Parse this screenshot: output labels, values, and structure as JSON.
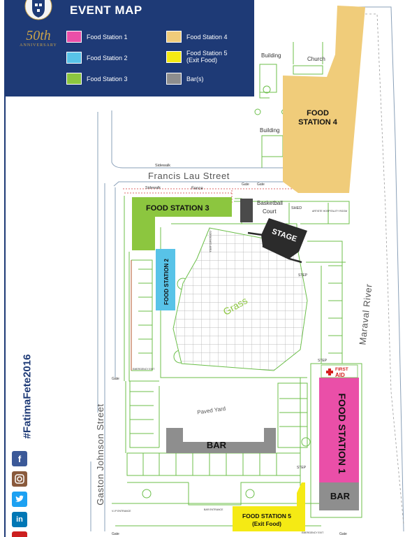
{
  "header": {
    "title": "EVENT MAP",
    "anniversary_number": "50th",
    "anniversary_word": "ANNIVERSARY"
  },
  "legend": [
    {
      "label": "Food Station 1",
      "color": "#ea4fa8"
    },
    {
      "label": "Food Station 2",
      "color": "#58c3e8"
    },
    {
      "label": "Food Station 3",
      "color": "#8cc63f"
    },
    {
      "label": "Food Station 4",
      "color": "#f0cc7a"
    },
    {
      "label": "Food Station 5 (Exit Food)",
      "color": "#f5ea14"
    },
    {
      "label": "Bar(s)",
      "color": "#8e8e8e"
    }
  ],
  "hashtag": "#FatimaFete2016",
  "social_icons": [
    "facebook-icon",
    "instagram-icon",
    "twitter-icon",
    "linkedin-icon",
    "youtube-icon"
  ],
  "streets": {
    "north": "Francis Lau Street",
    "west": "Gaston Johnson Street",
    "east": "Maraval River"
  },
  "labels": {
    "fs1": "FOOD STATION 1",
    "fs2": "FOOD STATION 2",
    "fs3": "FOOD STATION 3",
    "fs4_a": "FOOD",
    "fs4_b": "STATION 4",
    "fs5_a": "FOOD STATION 5",
    "fs5_b": "(Exit Food)",
    "bar": "BAR",
    "stage": "STAGE",
    "grass": "Grass",
    "paved_yard": "Paved Yard",
    "basketball_a": "Basketball",
    "basketball_b": "Court",
    "shed": "SHED",
    "church": "Church",
    "building": "Building",
    "first_aid_a": "FIRST",
    "first_aid_b": "AID",
    "sidewalk": "Sidewalk",
    "fence": "Fence",
    "gate": "Gate",
    "step": "STEP",
    "emergency_exit": "EMERGENCY EXIT",
    "vip_entrance": "V.I.P ENTRANCE",
    "bar_entrance": "BAR ENTRANCE",
    "artiste_room": "ARTISTE HOSPITALITY ROOM",
    "cordoned_area": "CORDONED AREA"
  },
  "colors": {
    "header_bg": "#1e3a76",
    "pink": "#ea4fa8",
    "blue": "#58c3e8",
    "green": "#8cc63f",
    "tan": "#f0cc7a",
    "yellow": "#f5ea14",
    "grey": "#8e8e8e",
    "stage": "#2b2b2b",
    "building_line": "#6cbf4a",
    "red_line": "#d43a3a"
  }
}
